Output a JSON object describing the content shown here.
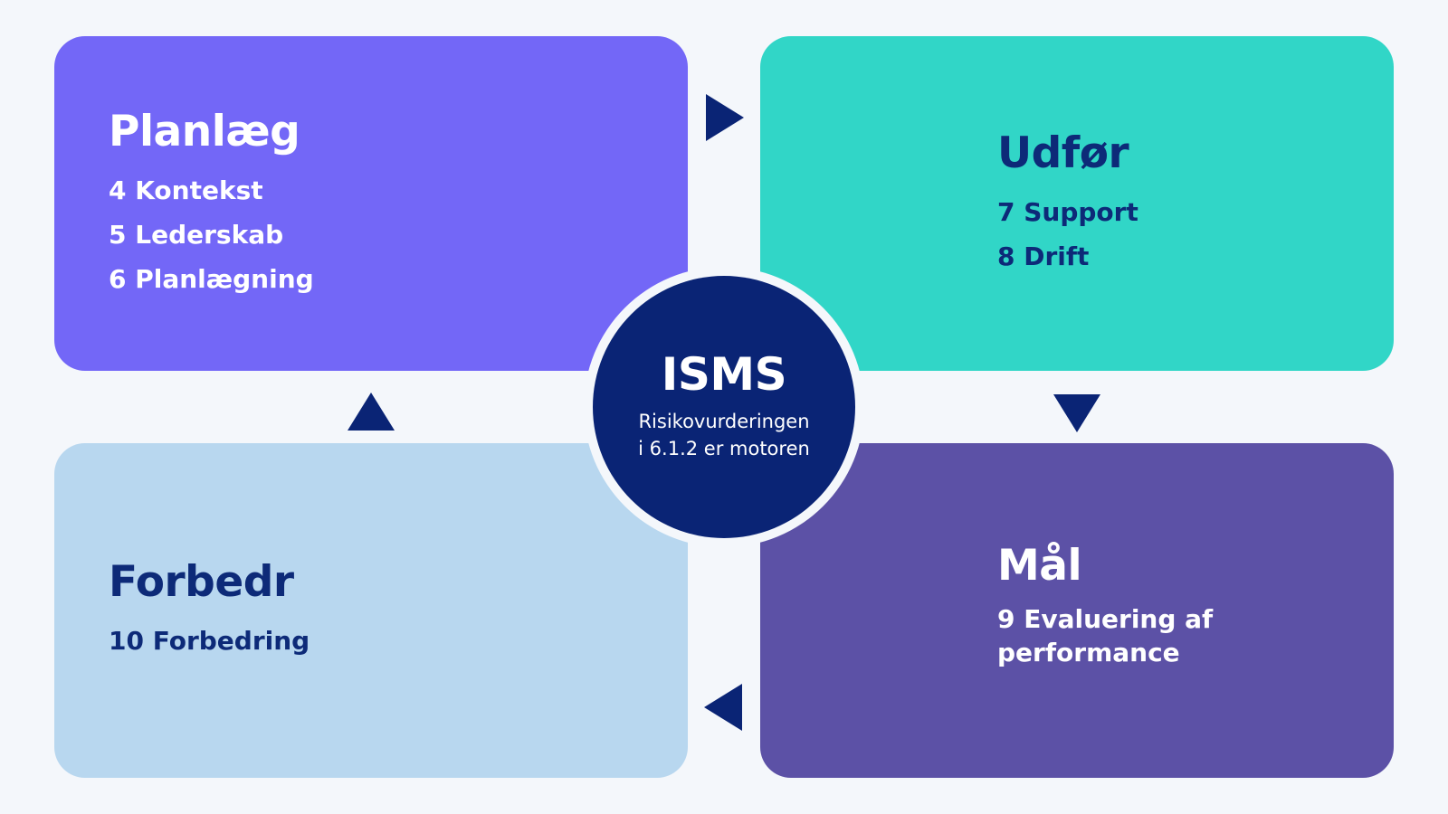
{
  "colors": {
    "background": "#f4f7fb",
    "plan": "#7367f7",
    "do": "#31d6c7",
    "check": "#5c51a6",
    "act": "#b8d7ef",
    "navy": "#0a2475"
  },
  "quadrants": {
    "plan": {
      "title": "Planlæg",
      "items": [
        "4 Kontekst",
        "5 Lederskab",
        "6 Planlægning"
      ]
    },
    "do": {
      "title": "Udfør",
      "items": [
        "7 Support",
        "8 Drift"
      ]
    },
    "check": {
      "title": "Mål",
      "items": [
        "9 Evaluering af performance"
      ]
    },
    "act": {
      "title": "Forbedr",
      "items": [
        "10 Forbedring"
      ]
    }
  },
  "center": {
    "title": "ISMS",
    "subtitle_line1": "Risikovurderingen",
    "subtitle_line2": "i 6.1.2 er motoren"
  },
  "arrows": [
    "arrow-right-icon",
    "arrow-down-icon",
    "arrow-left-icon",
    "arrow-up-icon"
  ]
}
